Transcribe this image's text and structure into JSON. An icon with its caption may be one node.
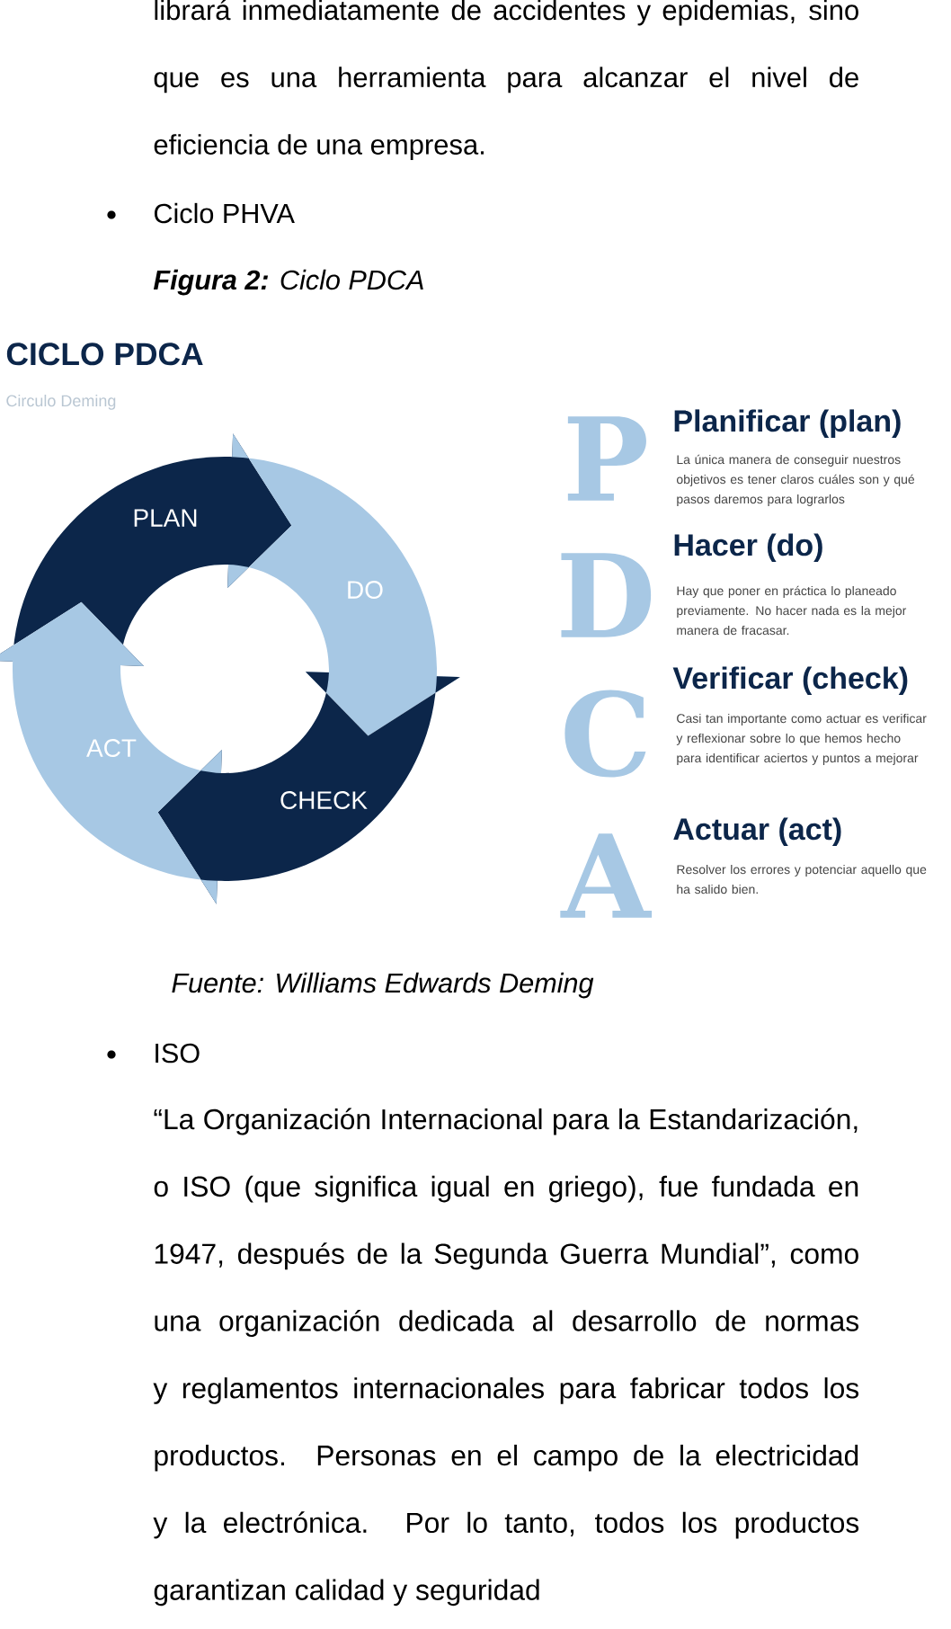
{
  "diagram": {
    "title": "**Figura 2:** Ciclo PDCA",
    "caption": "Fuente: Williams Edwards Deming",
    "nodes": [
      {
        "text": [
          "PLAN"
        ]
      },
      {
        "text": [
          "DO"
        ]
      },
      {
        "text": [
          "CHECK"
        ]
      },
      {
        "text": [
          "ACT"
        ]
      }
    ],
    "labels": [
      "librará inmediatamente de accidentes y epidemias, sino que es una herramienta para alcanzar el nivel de eficiencia de una empresa.",
      "Ciclo PHVA",
      "CICLO PDCA",
      "Circulo Deming",
      "P",
      "Planificar (plan)",
      "La única manera de conseguir nuestros objetivos es tener claros cuáles son y qué pasos daremos para lograrlos",
      "D",
      "Hacer (do)",
      "Hay que poner en práctica lo planeado previamente. No hacer nada es la mejor manera de fracasar.",
      "C",
      "Verificar (check)",
      "Casi tan importante como actuar es verificar y reflexionar sobre lo que hemos hecho para identificar aciertos y puntos a mejorar",
      "A",
      "Actuar (act)",
      "Resolver los errores y potenciar aquello que ha salido bien.",
      "ISO",
      "“La Organización Internacional para la Estandarización, o ISO (que significa igual en griego), fue fundada en 1947, después de la Segunda Guerra Mundial”, como una organización dedicada al desarrollo de normas y reglamentos internacionales para fabricar todos los productos. Personas en el campo de la electricidad y la electrónica. Por lo tanto, todos los productos garantizan calidad y seguridad"
    ]
  }
}
